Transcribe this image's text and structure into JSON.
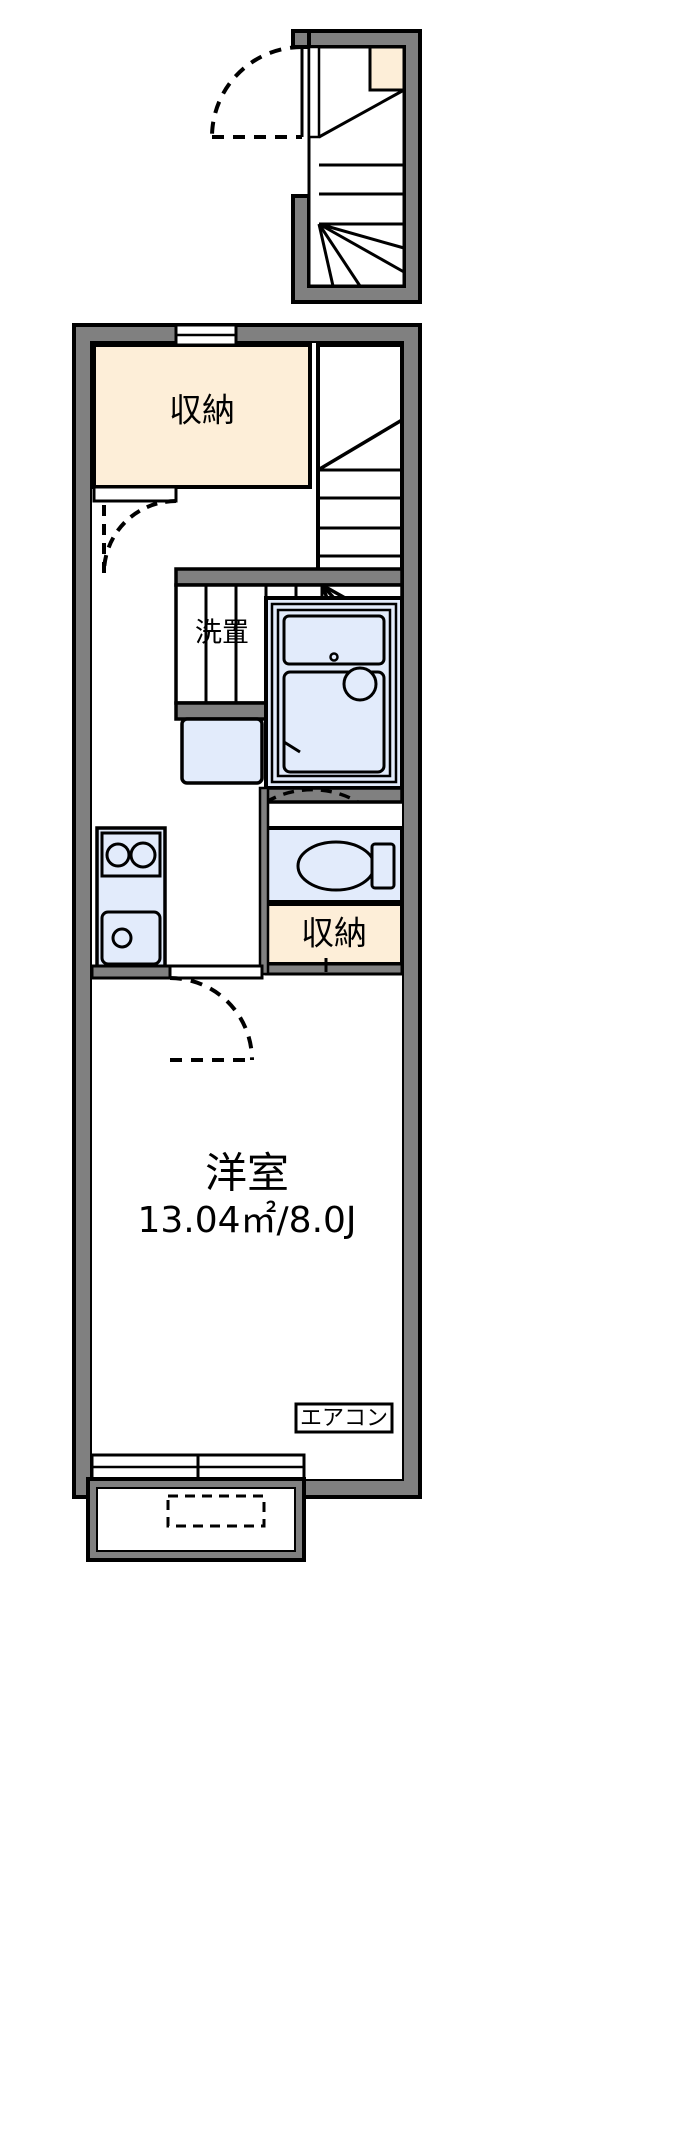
{
  "document": {
    "type": "floor-plan",
    "layout_name": "1K",
    "language": "ja"
  },
  "colors": {
    "wall_fill": "#808080",
    "wall_stroke": "#000000",
    "storage_fill": "#fdeed8",
    "water_fill": "#e2ebfb",
    "room_fill": "#ffffff",
    "background": "#ffffff",
    "line": "#000000"
  },
  "rooms": {
    "upper_storage": {
      "label": "収納"
    },
    "laundry": {
      "label": "洗置"
    },
    "lower_storage": {
      "label": "収納"
    },
    "main_room": {
      "label": "洋室",
      "area": "13.04㎡/8.0J"
    }
  },
  "annotations": {
    "aircon": {
      "label": "エアコン"
    }
  },
  "fixtures": {
    "bathtub": "bathtub-icon",
    "bath_sink": "bath-washbasin-icon",
    "toilet": "toilet-icon",
    "kitchen_stove": "stove-two-burner-icon",
    "kitchen_sink": "kitchen-sink-icon",
    "stairs_upper": "staircase-icon",
    "stairs_main": "staircase-winder-icon",
    "entrance_door": "entrance-door-swing-icon",
    "balcony_window": "sliding-window-icon"
  }
}
